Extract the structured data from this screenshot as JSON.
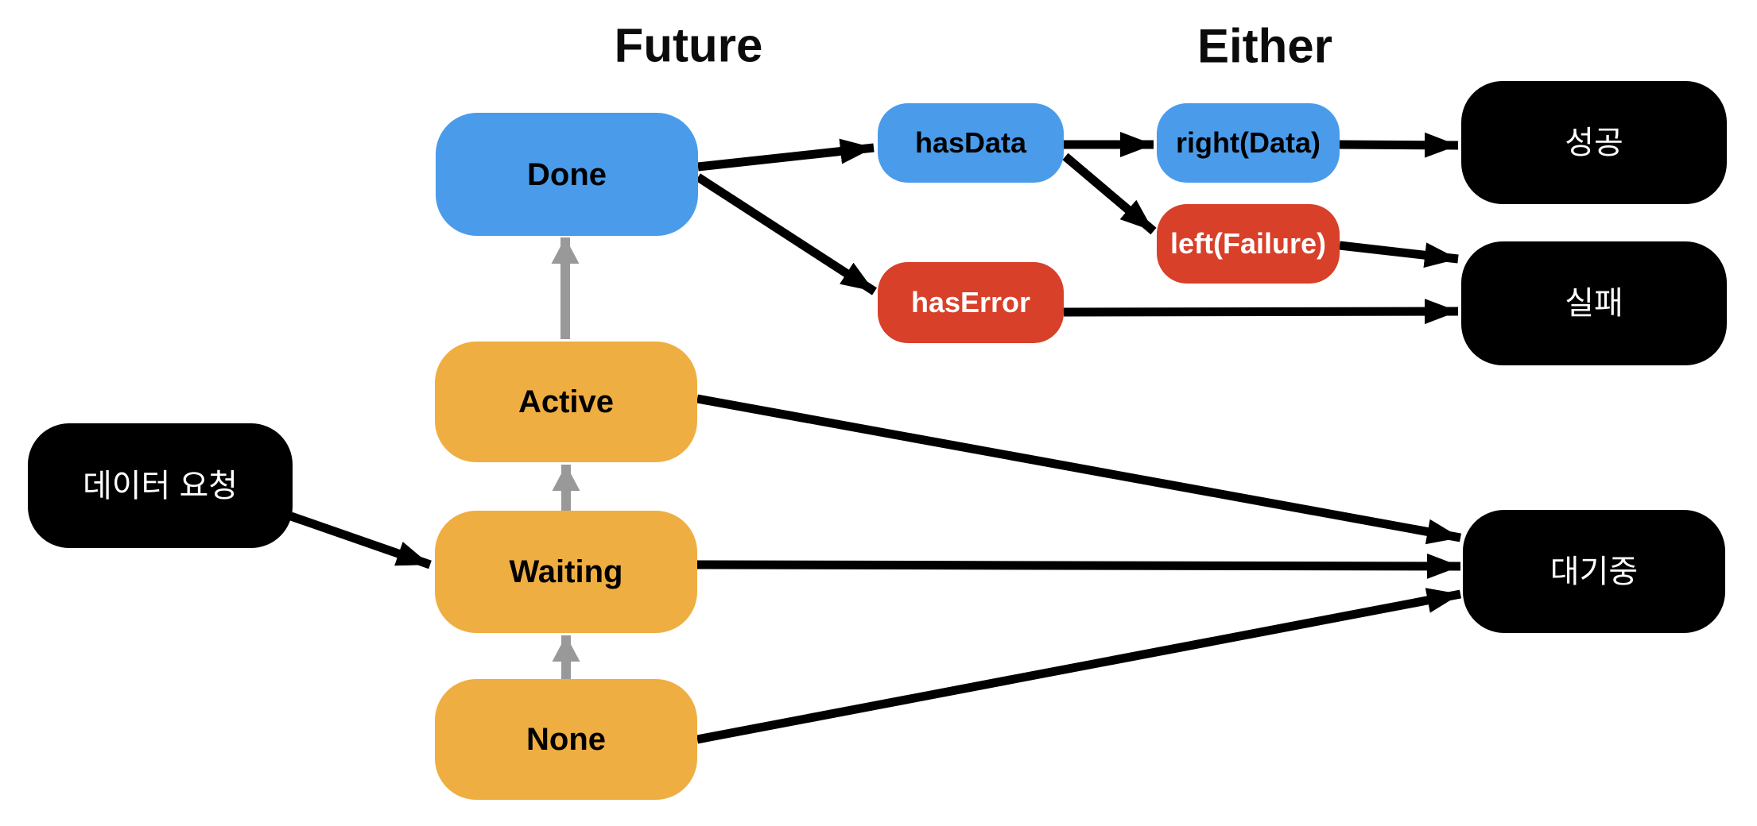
{
  "titles": {
    "future": "Future",
    "either": "Either"
  },
  "nodes": {
    "done": {
      "label": "Done"
    },
    "active": {
      "label": "Active"
    },
    "waiting": {
      "label": "Waiting"
    },
    "none": {
      "label": "None"
    },
    "has_data": {
      "label": "hasData"
    },
    "right_data": {
      "label": "right(Data)"
    },
    "left_failure": {
      "label": "left(Failure)"
    },
    "has_error": {
      "label": "hasError"
    },
    "success": {
      "label": "성공"
    },
    "failure": {
      "label": "실패"
    },
    "pending": {
      "label": "대기중"
    },
    "data_request": {
      "label": "데이터 요청"
    }
  },
  "edges": [
    {
      "id": "data-request-to-waiting",
      "from": "데이터 요청",
      "to": "Waiting",
      "style": "black"
    },
    {
      "id": "none-to-waiting",
      "from": "None",
      "to": "Waiting",
      "style": "gray"
    },
    {
      "id": "waiting-to-active",
      "from": "Waiting",
      "to": "Active",
      "style": "gray"
    },
    {
      "id": "active-to-done",
      "from": "Active",
      "to": "Done",
      "style": "gray"
    },
    {
      "id": "done-to-hasdata",
      "from": "Done",
      "to": "hasData",
      "style": "black"
    },
    {
      "id": "done-to-haserror",
      "from": "Done",
      "to": "hasError",
      "style": "black"
    },
    {
      "id": "hasdata-to-rightdata",
      "from": "hasData",
      "to": "right(Data)",
      "style": "black"
    },
    {
      "id": "hasdata-to-leftfailure",
      "from": "hasData",
      "to": "left(Failure)",
      "style": "black"
    },
    {
      "id": "rightdata-to-success",
      "from": "right(Data)",
      "to": "성공",
      "style": "black"
    },
    {
      "id": "leftfailure-to-failure",
      "from": "left(Failure)",
      "to": "실패",
      "style": "black"
    },
    {
      "id": "haserror-to-failure",
      "from": "hasError",
      "to": "실패",
      "style": "black"
    },
    {
      "id": "active-to-pending",
      "from": "Active",
      "to": "대기중",
      "style": "black"
    },
    {
      "id": "waiting-to-pending",
      "from": "Waiting",
      "to": "대기중",
      "style": "black"
    },
    {
      "id": "none-to-pending",
      "from": "None",
      "to": "대기중",
      "style": "black"
    }
  ],
  "colors": {
    "blue": "#4A9CEB",
    "orange": "#EFAE42",
    "red": "#D8402A",
    "black": "#000000",
    "arrow_black": "#000000",
    "arrow_gray": "#999999",
    "background": "#FFFFFF"
  }
}
